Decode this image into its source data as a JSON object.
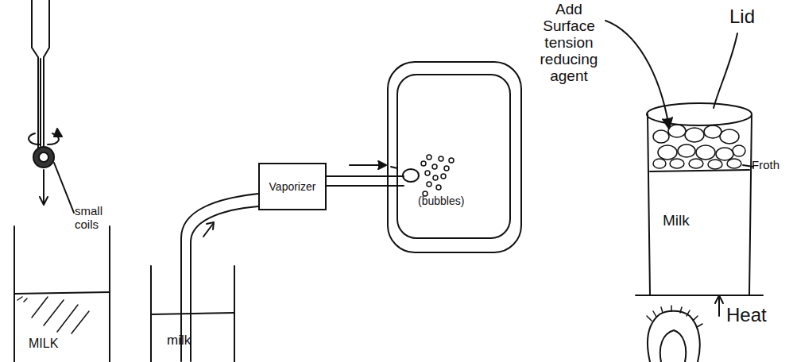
{
  "diagram": {
    "nodes": [
      {
        "text": [
          "Vaporizer"
        ]
      }
    ],
    "labels": [
      "small coils",
      "MILK",
      "milk",
      "(bubbles)",
      "Add Surface tension reducing agent",
      "Lid",
      "Froth",
      "Milk",
      "Heat"
    ]
  }
}
